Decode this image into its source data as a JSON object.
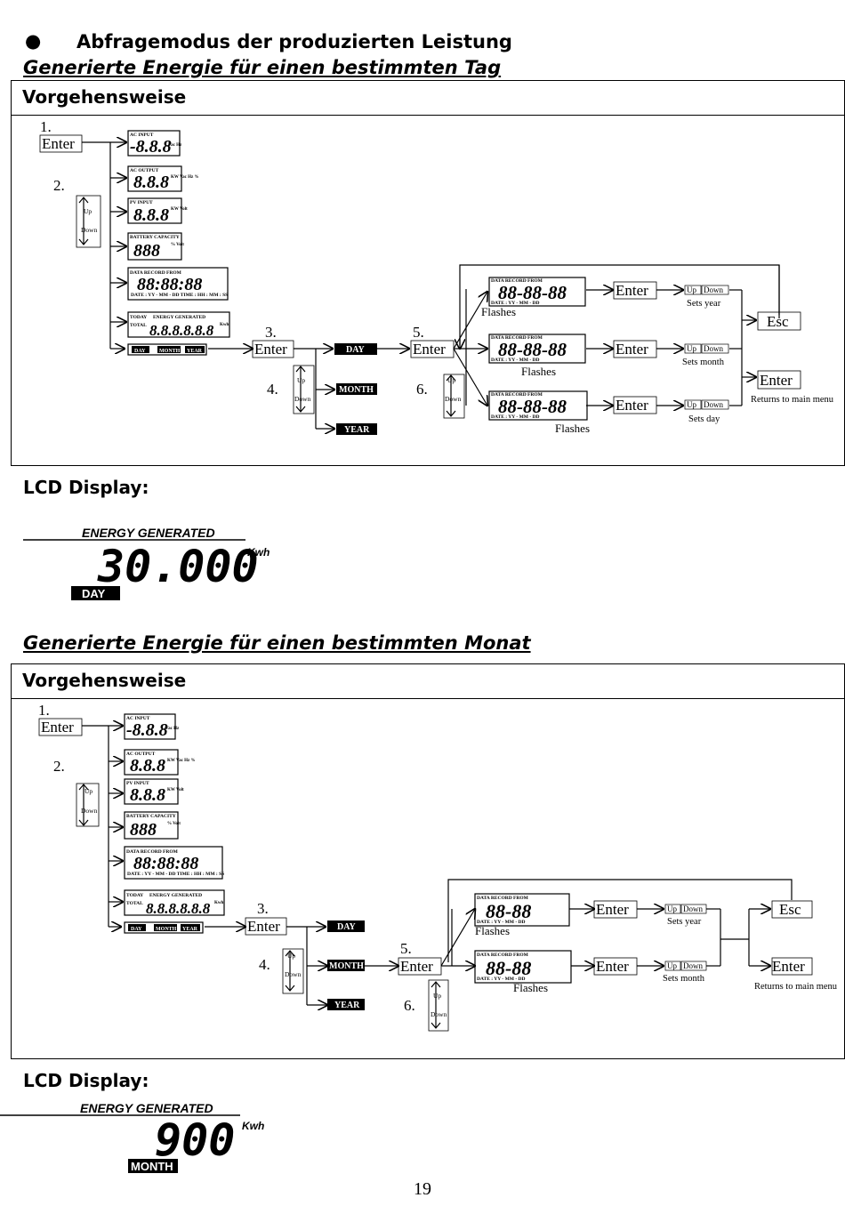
{
  "bullet": "●",
  "mode_title": "Abfragemodus der produzierten Leistung",
  "day": {
    "heading": "Generierte Energie für einen bestimmten Tag",
    "procedure": "Vorgehensweise",
    "lcd_heading": "LCD Display:",
    "lcd": {
      "label": "ENERGY GENERATED",
      "value": "30.000",
      "unit": "Kwh",
      "badge": "DAY"
    }
  },
  "month": {
    "heading": "Generierte Energie für einen bestimmten Monat",
    "procedure": "Vorgehensweise",
    "lcd_heading": "LCD Display:",
    "lcd": {
      "label": "ENERGY GENERATED",
      "value": "900",
      "unit": "Kwh",
      "badge": "MONTH"
    }
  },
  "diagram": {
    "steps": [
      "1.",
      "2.",
      "3.",
      "4.",
      "5.",
      "6."
    ],
    "enter": "Enter",
    "esc": "Esc",
    "up": "Up",
    "down": "Down",
    "flashes": "Flashes",
    "sets_year": "Sets year",
    "sets_month": "Sets month",
    "sets_day": "Sets day",
    "returns": "Returns to main menu",
    "btn_day": "DAY",
    "btn_month": "MONTH",
    "btn_year": "YEAR",
    "lcd_ac_input": "AC INPUT",
    "lcd_ac_output": "AC OUTPUT",
    "lcd_pv_input": "PV INPUT",
    "lcd_battery": "BATTERY CAPACITY",
    "lcd_data_record": "DATA RECORD FROM",
    "lcd_today": "TODAY",
    "lcd_energy_generated": "ENERGY GENERATED",
    "lcd_total": "TOTAL",
    "lcd_date_time": "DATE : YY - MM - DD  TIME : HH : MM : SS",
    "lcd_date": "DATE : YY - MM - DD",
    "seg_ac_input": "-8.8.8",
    "seg_ac_output": "8.8.8",
    "seg_pv_input": "8.8.8",
    "seg_battery": "888",
    "seg_datetime": "88:88:88",
    "seg_total": "8.8.8.8.8.8",
    "seg_date": "88-88-88",
    "seg_month_date": "88-88",
    "unit_vac_hz": "Vac Hz",
    "unit_kw_vac": "KW Vac Hz %",
    "unit_kw_volt": "KW Volt",
    "unit_pct_volt": "% Volt",
    "unit_kwh": "Kwh"
  },
  "page_number": "19"
}
